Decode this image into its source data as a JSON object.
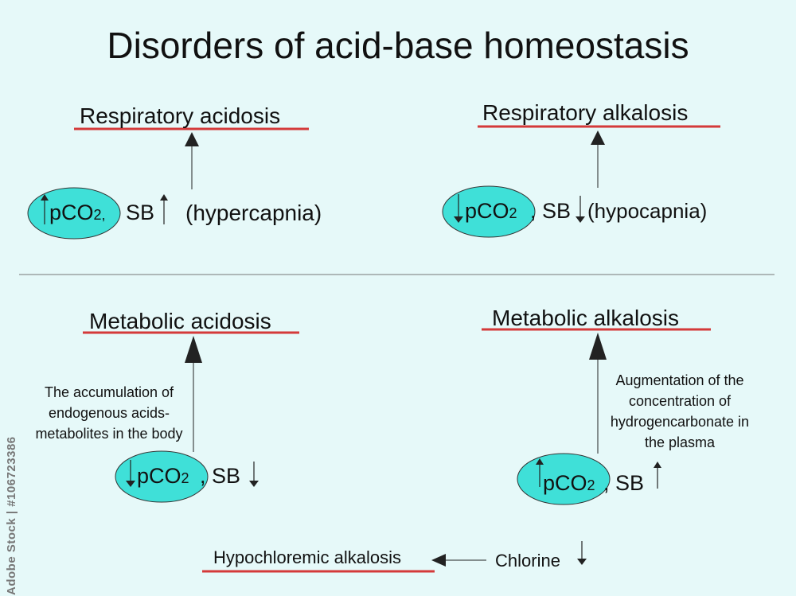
{
  "title": "Disorders of acid-base homeostasis",
  "respiratory_acidosis": {
    "heading": "Respiratory acidosis",
    "pco2": "pCO",
    "sub": "2,",
    "sb": "SB",
    "term": "(hypercapnia)"
  },
  "respiratory_alkalosis": {
    "heading": "Respiratory alkalosis",
    "pco2": "pCO",
    "sub": "2",
    "sb": ", SB",
    "term": "(hypocapnia)"
  },
  "metabolic_acidosis": {
    "heading": "Metabolic acidosis",
    "cause": "The accumulation of endogenous acids-metabolites in the body",
    "pco2": "pCO",
    "sub": "2",
    "sb": ", SB"
  },
  "metabolic_alkalosis": {
    "heading": "Metabolic alkalosis",
    "cause": "Augmentation of the concentration of hydrogencarbonate in the plasma",
    "pco2": "pCO",
    "sub": "2",
    "sb": ", SB"
  },
  "chlorine": "Chlorine",
  "hypochloremic": "Hypochloremic alkalosis",
  "stock_label": "Adobe Stock | #106723386",
  "colors": {
    "background": "#e6f9f9",
    "ellipse": "#3fe0d8",
    "underline": "#d43a3a",
    "arrow": "#222222"
  }
}
